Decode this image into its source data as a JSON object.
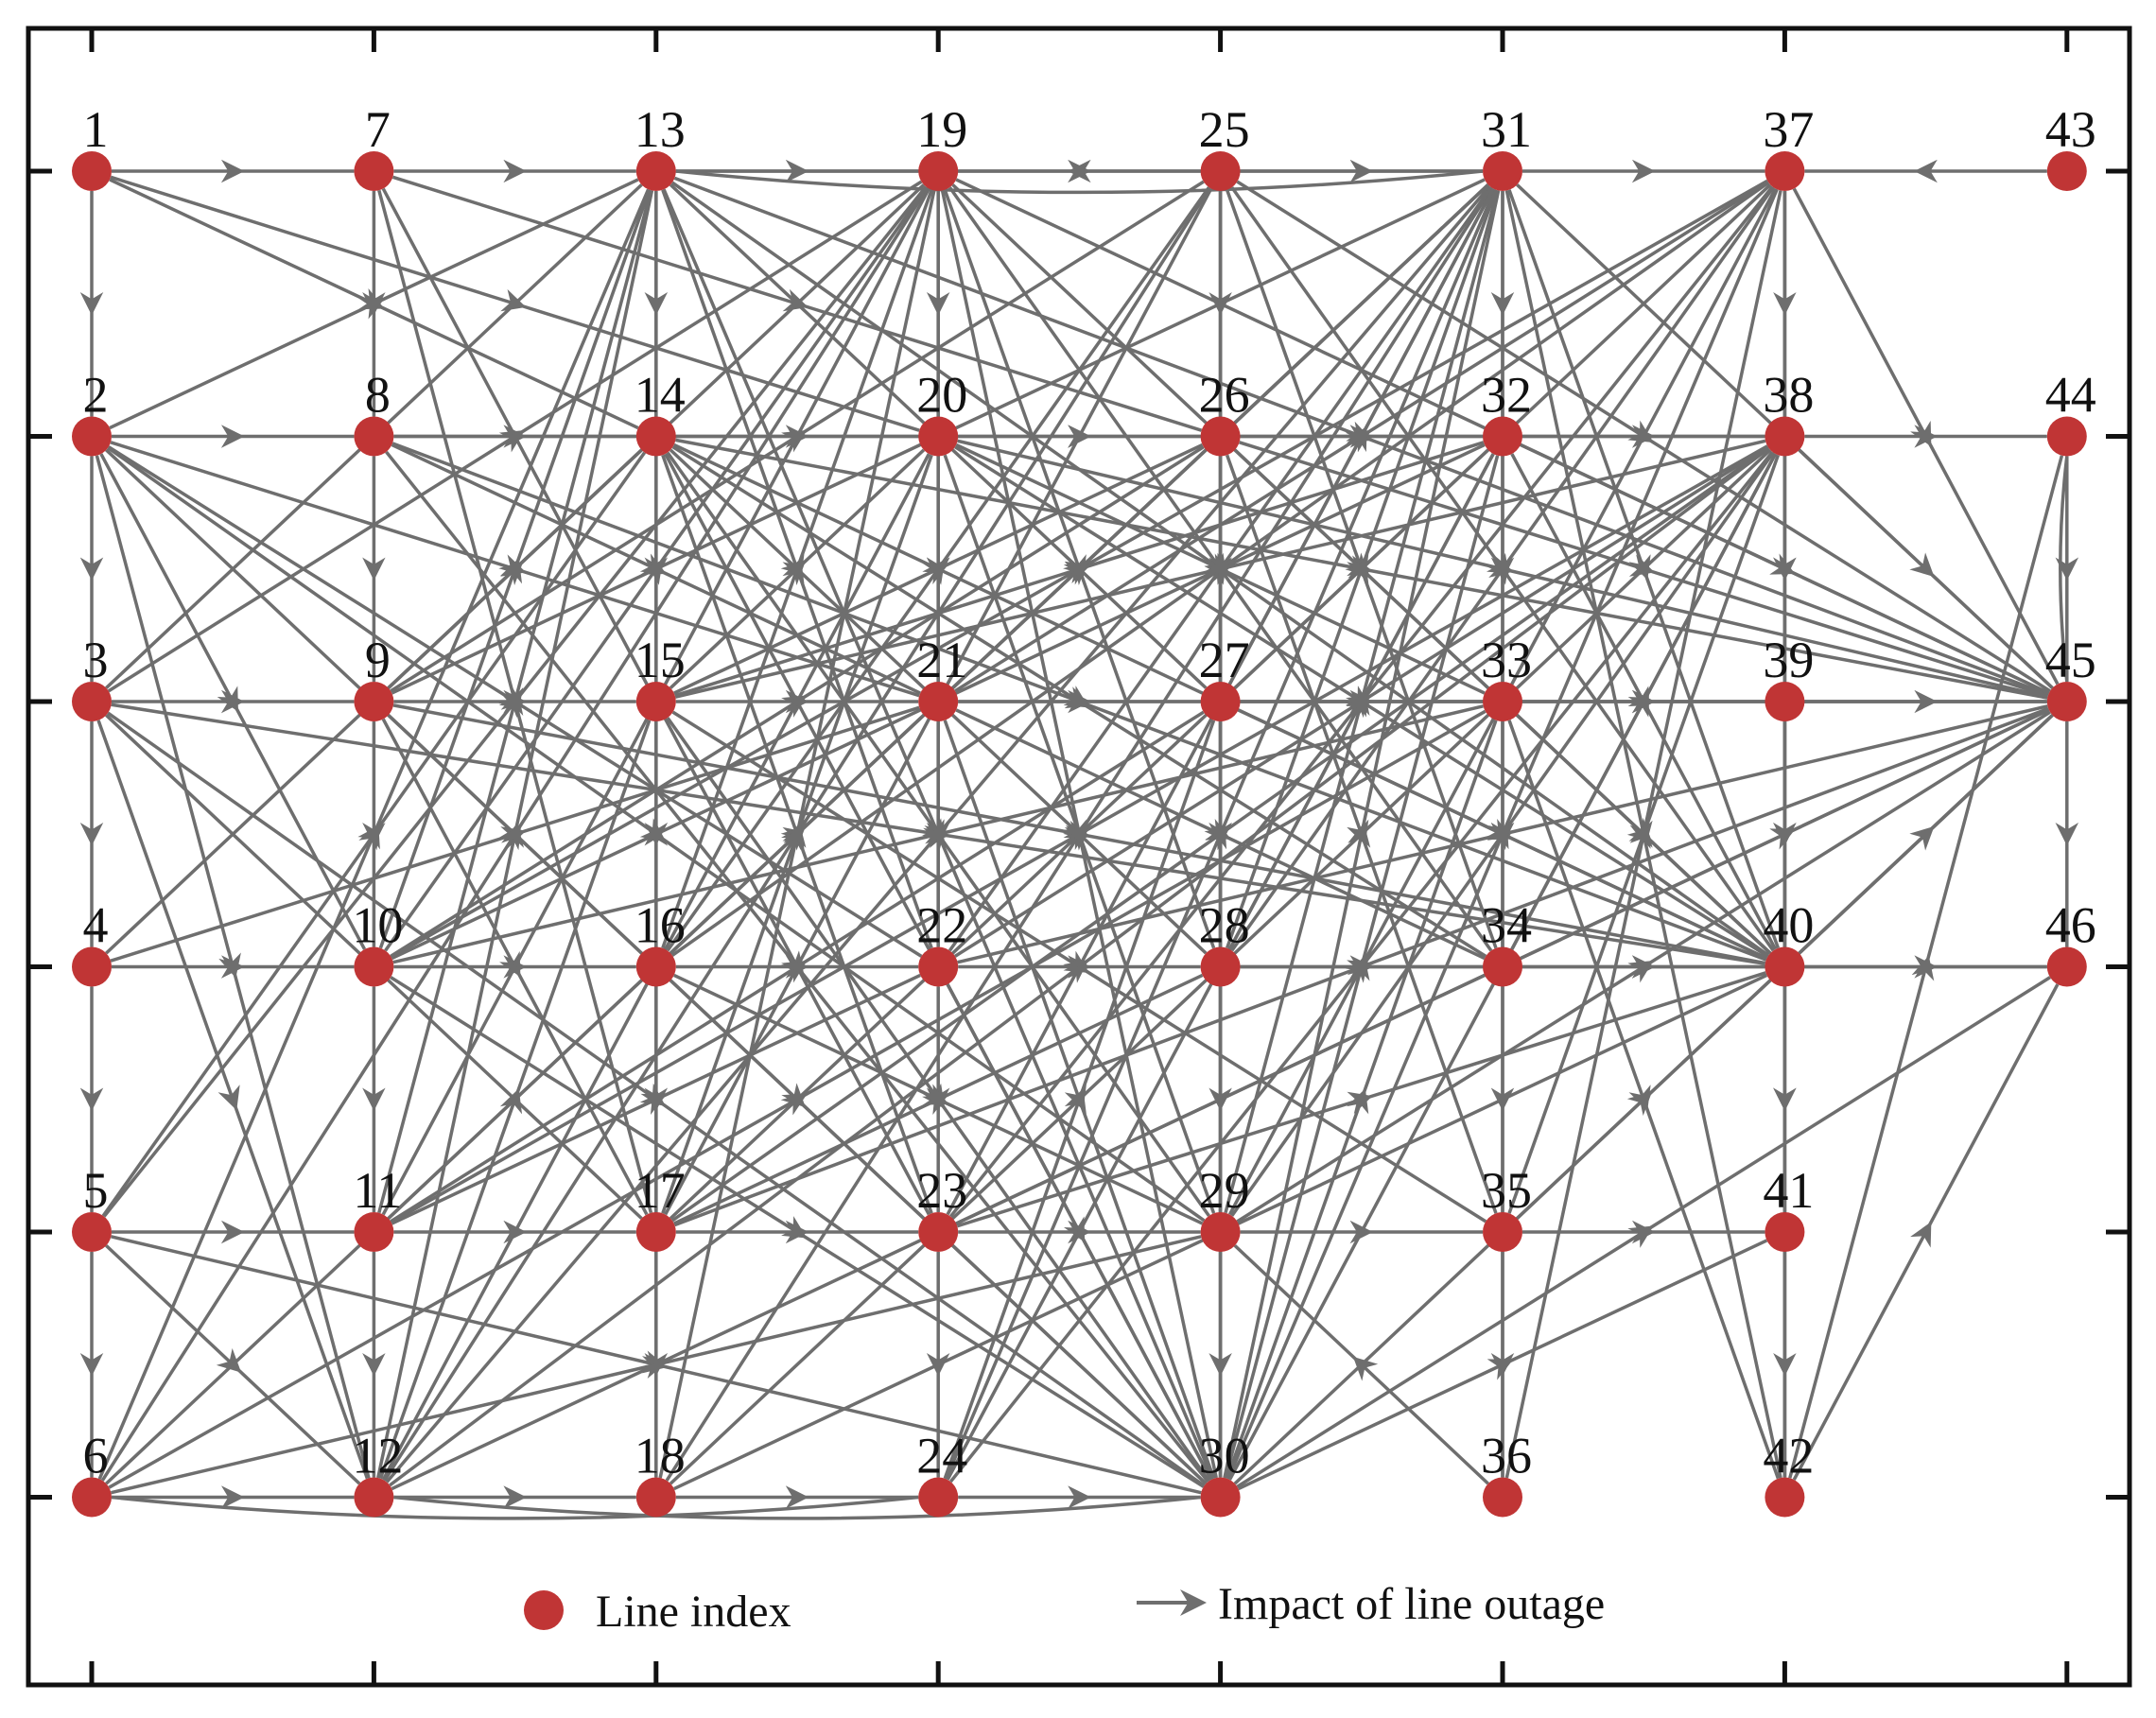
{
  "diagram": {
    "node_color": "#c03535",
    "edge_color": "#6e6e6e",
    "frame_color": "#111111",
    "legend": {
      "node_label": "Line index",
      "edge_label": "Impact of line outage"
    },
    "grid": {
      "columns": [
        [
          "1",
          "2",
          "3",
          "4",
          "5",
          "6"
        ],
        [
          "7",
          "8",
          "9",
          "10",
          "11",
          "12"
        ],
        [
          "13",
          "14",
          "15",
          "16",
          "17",
          "18"
        ],
        [
          "19",
          "20",
          "21",
          "22",
          "23",
          "24"
        ],
        [
          "25",
          "26",
          "27",
          "28",
          "29",
          "30"
        ],
        [
          "31",
          "32",
          "33",
          "34",
          "35",
          "36"
        ],
        [
          "37",
          "38",
          "39",
          "40",
          "41",
          "42"
        ],
        [
          "43",
          "44",
          "45",
          "46"
        ]
      ]
    },
    "edges": [
      [
        "1",
        "7"
      ],
      [
        "7",
        "13"
      ],
      [
        "13",
        "19"
      ],
      [
        "19",
        "25"
      ],
      [
        "25",
        "31"
      ],
      [
        "31",
        "37"
      ],
      [
        "43",
        "37"
      ],
      [
        "31",
        "13"
      ],
      [
        "1",
        "2"
      ],
      [
        "2",
        "3"
      ],
      [
        "3",
        "4"
      ],
      [
        "4",
        "5"
      ],
      [
        "5",
        "6"
      ],
      [
        "6",
        "12"
      ],
      [
        "12",
        "18"
      ],
      [
        "18",
        "24"
      ],
      [
        "24",
        "30"
      ],
      [
        "2",
        "8"
      ],
      [
        "8",
        "14"
      ],
      [
        "14",
        "20"
      ],
      [
        "20",
        "26"
      ],
      [
        "26",
        "32"
      ],
      [
        "32",
        "38"
      ],
      [
        "38",
        "44"
      ],
      [
        "3",
        "9"
      ],
      [
        "9",
        "15"
      ],
      [
        "15",
        "21"
      ],
      [
        "21",
        "27"
      ],
      [
        "27",
        "33"
      ],
      [
        "33",
        "39"
      ],
      [
        "39",
        "45"
      ],
      [
        "4",
        "10"
      ],
      [
        "10",
        "16"
      ],
      [
        "16",
        "22"
      ],
      [
        "22",
        "28"
      ],
      [
        "28",
        "34"
      ],
      [
        "34",
        "40"
      ],
      [
        "40",
        "46"
      ],
      [
        "5",
        "11"
      ],
      [
        "11",
        "17"
      ],
      [
        "17",
        "23"
      ],
      [
        "23",
        "29"
      ],
      [
        "29",
        "35"
      ],
      [
        "35",
        "41"
      ],
      [
        "7",
        "8"
      ],
      [
        "8",
        "9"
      ],
      [
        "9",
        "10"
      ],
      [
        "10",
        "11"
      ],
      [
        "11",
        "12"
      ],
      [
        "13",
        "14"
      ],
      [
        "14",
        "15"
      ],
      [
        "15",
        "16"
      ],
      [
        "16",
        "17"
      ],
      [
        "17",
        "18"
      ],
      [
        "19",
        "20"
      ],
      [
        "20",
        "21"
      ],
      [
        "21",
        "22"
      ],
      [
        "22",
        "23"
      ],
      [
        "23",
        "24"
      ],
      [
        "25",
        "26"
      ],
      [
        "26",
        "27"
      ],
      [
        "27",
        "28"
      ],
      [
        "28",
        "29"
      ],
      [
        "29",
        "30"
      ],
      [
        "31",
        "32"
      ],
      [
        "32",
        "33"
      ],
      [
        "33",
        "34"
      ],
      [
        "34",
        "35"
      ],
      [
        "35",
        "36"
      ],
      [
        "37",
        "38"
      ],
      [
        "38",
        "39"
      ],
      [
        "39",
        "40"
      ],
      [
        "40",
        "41"
      ],
      [
        "41",
        "42"
      ],
      [
        "44",
        "45"
      ],
      [
        "45",
        "46"
      ],
      [
        "1",
        "14"
      ],
      [
        "1",
        "20"
      ],
      [
        "2",
        "13"
      ],
      [
        "2",
        "21"
      ],
      [
        "2",
        "10"
      ],
      [
        "2",
        "12"
      ],
      [
        "2",
        "16"
      ],
      [
        "2",
        "22"
      ],
      [
        "2",
        "29"
      ],
      [
        "3",
        "13"
      ],
      [
        "3",
        "19"
      ],
      [
        "3",
        "12"
      ],
      [
        "3",
        "17"
      ],
      [
        "3",
        "30"
      ],
      [
        "3",
        "40"
      ],
      [
        "4",
        "14"
      ],
      [
        "4",
        "21"
      ],
      [
        "5",
        "14"
      ],
      [
        "5",
        "19"
      ],
      [
        "5",
        "30"
      ],
      [
        "5",
        "12"
      ],
      [
        "6",
        "13"
      ],
      [
        "6",
        "19"
      ],
      [
        "6",
        "29"
      ],
      [
        "6",
        "33"
      ],
      [
        "6",
        "31"
      ],
      [
        "7",
        "17"
      ],
      [
        "7",
        "23"
      ],
      [
        "7",
        "26"
      ],
      [
        "8",
        "21"
      ],
      [
        "8",
        "30"
      ],
      [
        "8",
        "40"
      ],
      [
        "8",
        "38"
      ],
      [
        "9",
        "14"
      ],
      [
        "9",
        "19"
      ],
      [
        "9",
        "25"
      ],
      [
        "9",
        "30"
      ],
      [
        "9",
        "40"
      ],
      [
        "9",
        "31"
      ],
      [
        "9",
        "17"
      ],
      [
        "10",
        "13"
      ],
      [
        "10",
        "19"
      ],
      [
        "10",
        "26"
      ],
      [
        "10",
        "32"
      ],
      [
        "10",
        "37"
      ],
      [
        "10",
        "30"
      ],
      [
        "10",
        "33"
      ],
      [
        "11",
        "13"
      ],
      [
        "11",
        "19"
      ],
      [
        "11",
        "31"
      ],
      [
        "11",
        "38"
      ],
      [
        "11",
        "27"
      ],
      [
        "11",
        "22"
      ],
      [
        "12",
        "13"
      ],
      [
        "12",
        "20"
      ],
      [
        "12",
        "25"
      ],
      [
        "12",
        "31"
      ],
      [
        "12",
        "38"
      ],
      [
        "12",
        "15"
      ],
      [
        "12",
        "34"
      ],
      [
        "13",
        "17"
      ],
      [
        "13",
        "22"
      ],
      [
        "13",
        "30"
      ],
      [
        "13",
        "27"
      ],
      [
        "13",
        "40"
      ],
      [
        "13",
        "45"
      ],
      [
        "14",
        "23"
      ],
      [
        "14",
        "29"
      ],
      [
        "14",
        "30"
      ],
      [
        "14",
        "34"
      ],
      [
        "14",
        "40"
      ],
      [
        "14",
        "45"
      ],
      [
        "14",
        "28"
      ],
      [
        "15",
        "20"
      ],
      [
        "15",
        "26"
      ],
      [
        "15",
        "32"
      ],
      [
        "15",
        "38"
      ],
      [
        "15",
        "30"
      ],
      [
        "15",
        "35"
      ],
      [
        "16",
        "19"
      ],
      [
        "16",
        "25"
      ],
      [
        "16",
        "31"
      ],
      [
        "16",
        "37"
      ],
      [
        "16",
        "29"
      ],
      [
        "16",
        "30"
      ],
      [
        "17",
        "20"
      ],
      [
        "17",
        "25"
      ],
      [
        "17",
        "32"
      ],
      [
        "17",
        "38"
      ],
      [
        "17",
        "28"
      ],
      [
        "17",
        "45"
      ],
      [
        "18",
        "13"
      ],
      [
        "18",
        "19"
      ],
      [
        "18",
        "31"
      ],
      [
        "18",
        "38"
      ],
      [
        "18",
        "40"
      ],
      [
        "19",
        "28"
      ],
      [
        "19",
        "30"
      ],
      [
        "19",
        "34"
      ],
      [
        "19",
        "40"
      ],
      [
        "19",
        "45"
      ],
      [
        "19",
        "22"
      ],
      [
        "20",
        "29"
      ],
      [
        "20",
        "33"
      ],
      [
        "20",
        "40"
      ],
      [
        "20",
        "45"
      ],
      [
        "21",
        "31"
      ],
      [
        "21",
        "37"
      ],
      [
        "21",
        "30"
      ],
      [
        "21",
        "45"
      ],
      [
        "21",
        "34"
      ],
      [
        "22",
        "31"
      ],
      [
        "22",
        "38"
      ],
      [
        "22",
        "30"
      ],
      [
        "22",
        "45"
      ],
      [
        "23",
        "31"
      ],
      [
        "23",
        "37"
      ],
      [
        "23",
        "40"
      ],
      [
        "23",
        "45"
      ],
      [
        "24",
        "31"
      ],
      [
        "24",
        "38"
      ],
      [
        "24",
        "27"
      ],
      [
        "24",
        "32"
      ],
      [
        "25",
        "30"
      ],
      [
        "25",
        "34"
      ],
      [
        "25",
        "40"
      ],
      [
        "25",
        "45"
      ],
      [
        "25",
        "29"
      ],
      [
        "26",
        "30"
      ],
      [
        "26",
        "35"
      ],
      [
        "26",
        "40"
      ],
      [
        "26",
        "45"
      ],
      [
        "27",
        "31"
      ],
      [
        "27",
        "37"
      ],
      [
        "27",
        "40"
      ],
      [
        "27",
        "45"
      ],
      [
        "28",
        "31"
      ],
      [
        "28",
        "37"
      ],
      [
        "28",
        "46"
      ],
      [
        "28",
        "32"
      ],
      [
        "29",
        "31"
      ],
      [
        "29",
        "37"
      ],
      [
        "29",
        "38"
      ],
      [
        "29",
        "45"
      ],
      [
        "30",
        "31"
      ],
      [
        "30",
        "37"
      ],
      [
        "30",
        "38"
      ],
      [
        "30",
        "45"
      ],
      [
        "30",
        "46"
      ],
      [
        "30",
        "32"
      ],
      [
        "30",
        "33"
      ],
      [
        "30",
        "41"
      ],
      [
        "31",
        "36"
      ],
      [
        "31",
        "40"
      ],
      [
        "31",
        "45"
      ],
      [
        "31",
        "42"
      ],
      [
        "32",
        "40"
      ],
      [
        "32",
        "45"
      ],
      [
        "33",
        "40"
      ],
      [
        "33",
        "42"
      ],
      [
        "34",
        "38"
      ],
      [
        "34",
        "45"
      ],
      [
        "35",
        "38"
      ],
      [
        "35",
        "45"
      ],
      [
        "36",
        "37"
      ],
      [
        "36",
        "29"
      ],
      [
        "37",
        "45"
      ],
      [
        "37",
        "40"
      ],
      [
        "37",
        "42"
      ],
      [
        "38",
        "45"
      ],
      [
        "39",
        "42"
      ],
      [
        "40",
        "45"
      ],
      [
        "42",
        "44"
      ],
      [
        "42",
        "46"
      ]
    ],
    "curved_edges": [
      [
        "13",
        "31"
      ],
      [
        "6",
        "24"
      ],
      [
        "12",
        "30"
      ],
      [
        "44",
        "45"
      ]
    ]
  }
}
